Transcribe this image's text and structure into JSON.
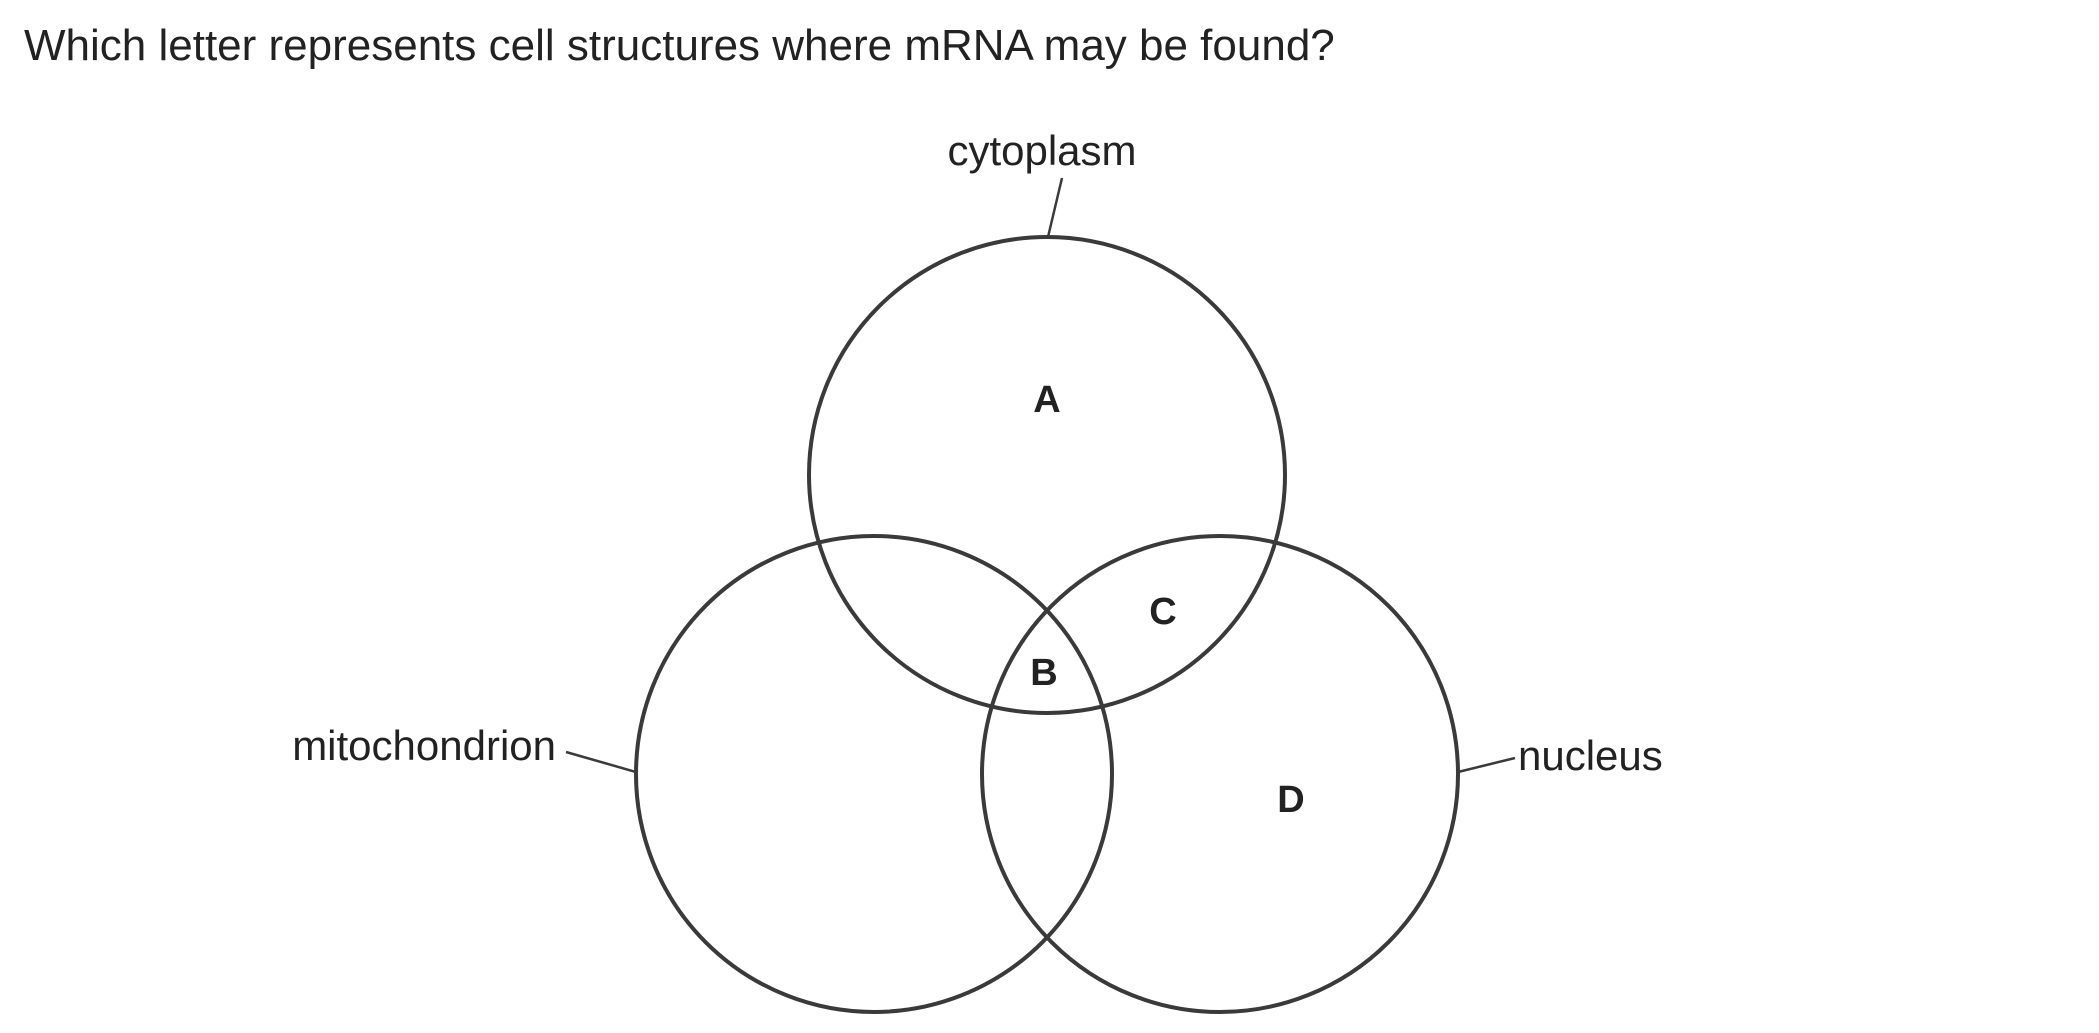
{
  "question": "Which letter represents cell structures where mRNA may be found?",
  "diagram": {
    "sets": {
      "cytoplasm": "cytoplasm",
      "mitochondrion": "mitochondrion",
      "nucleus": "nucleus"
    },
    "regions": {
      "a": "A",
      "b": "B",
      "c": "C",
      "d": "D"
    }
  }
}
